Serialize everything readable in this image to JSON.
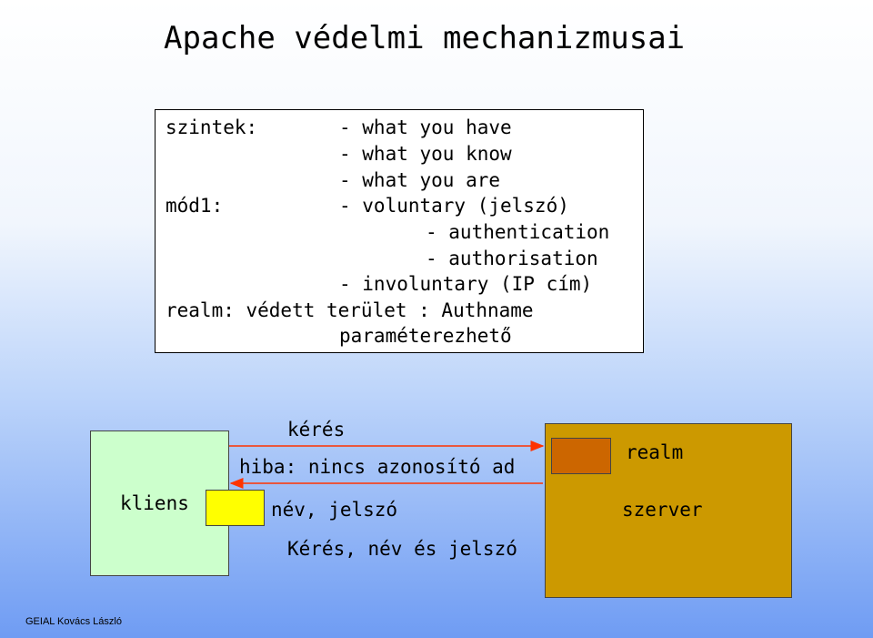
{
  "title": "Apache védelmi mechanizmusai",
  "infobox": {
    "lines": [
      "szintek:",
      "- what you have",
      "- what you know",
      "- what you are",
      "mód1:",
      "- voluntary (jelszó)",
      "- authentication",
      "- authorisation",
      "- involuntary (IP cím)",
      "realm: védett terület  : Authname",
      "paraméterezhető"
    ]
  },
  "diagram": {
    "client_label": "kliens",
    "server_label": "szerver",
    "realm_label": "realm",
    "messages": [
      "kérés",
      "hiba: nincs azonosító ad",
      "név, jelszó",
      "Kérés, név és jelszó"
    ],
    "arrow_color": "#ff3300"
  },
  "footer": "GEIAL Kovács László"
}
